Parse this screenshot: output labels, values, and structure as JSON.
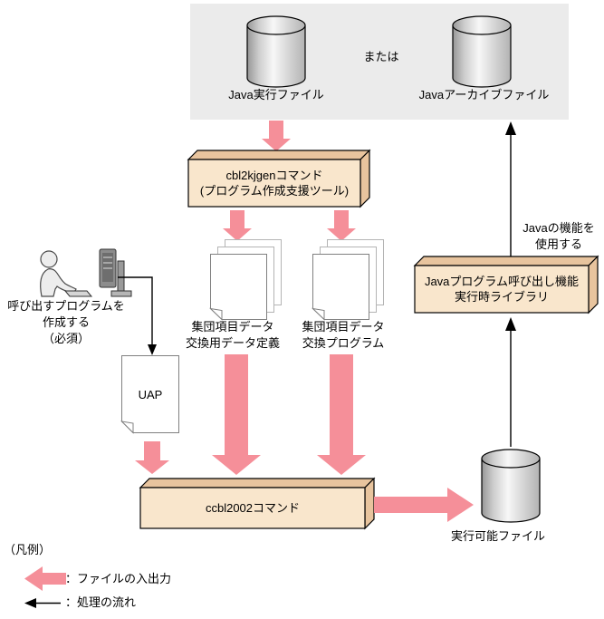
{
  "colors": {
    "pink": "#F58F99",
    "box_face": "#F9E6CC",
    "box_side": "#E8C49E",
    "panel_gray": "#EBEBEB"
  },
  "top_panel": {
    "exec_cylinder_label": "Java実行ファイル",
    "or_label": "または",
    "archive_cylinder_label": "Javaアーカイブファイル"
  },
  "boxes": {
    "cbl2kjgen": {
      "line1": "cbl2kjgenコマンド",
      "line2": "(プログラム作成支援ツール)"
    },
    "ccbl2002": {
      "label": "ccbl2002コマンド"
    },
    "java_call_lib": {
      "line1": "Javaプログラム呼び出し機能",
      "line2": "実行時ライブラリ"
    }
  },
  "documents": {
    "data_definition": {
      "line1": "集団項目データ",
      "line2": "交換用データ定義"
    },
    "exchange_program": {
      "line1": "集団項目データ",
      "line2": "交換プログラム"
    },
    "uap": {
      "label": "UAP"
    }
  },
  "outputs": {
    "executable_label": "実行可能ファイル"
  },
  "annotations": {
    "create_program_line1": "呼び出すプログラムを",
    "create_program_line2": "作成する",
    "create_program_line3": "（必須）",
    "use_java_line1": "Javaの機能を",
    "use_java_line2": "使用する"
  },
  "legend": {
    "title": "（凡例）",
    "file_io_label": "：ファイルの入出力",
    "flow_label": "：処理の流れ"
  }
}
